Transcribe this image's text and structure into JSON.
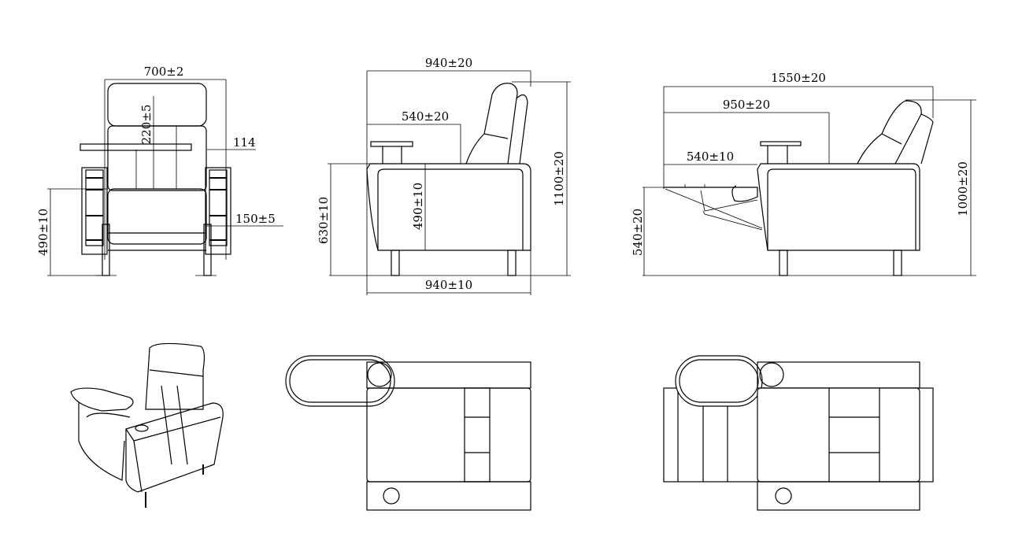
{
  "front_view": {
    "width": "700±2",
    "headrest": "220±5",
    "armrest_width": "114",
    "seat_height": "490±10",
    "side_gap": "150±5"
  },
  "side_view": {
    "depth_top": "940±20",
    "arm_depth": "540±20",
    "height": "1100±20",
    "arm_height": "630±10",
    "seat_height": "490±10",
    "depth_bottom": "940±10"
  },
  "reclined_view": {
    "total_length": "1550±20",
    "mid_length": "950±20",
    "footrest": "540±10",
    "height": "1000±20",
    "footrest_height": "540±20"
  }
}
